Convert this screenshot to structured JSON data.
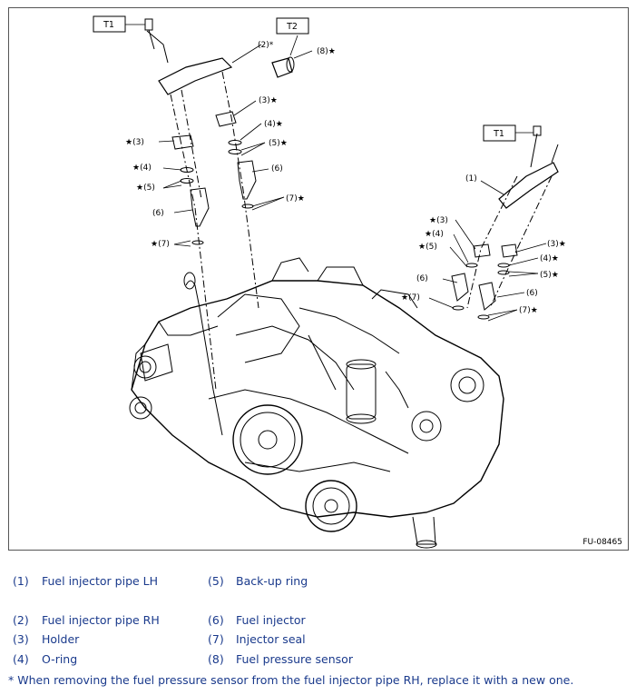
{
  "figure": {
    "id": "FU-08465",
    "tool_labels": {
      "t1": "T1",
      "t2": "T2"
    },
    "callouts": {
      "c1": "(1)",
      "c2": "(2)",
      "c3": "(3)",
      "c4": "(4)",
      "c5": "(5)",
      "c6": "(6)",
      "c7": "(7)",
      "c8": "(8)",
      "star": "★",
      "asterisk": "*"
    }
  },
  "legend": {
    "items": [
      {
        "num": "(1)",
        "label": "Fuel injector pipe LH"
      },
      {
        "num": "(2)",
        "label": "Fuel injector pipe RH"
      },
      {
        "num": "(3)",
        "label": "Holder"
      },
      {
        "num": "(4)",
        "label": "O-ring"
      },
      {
        "num": "(5)",
        "label": "Back-up ring"
      },
      {
        "num": "(6)",
        "label": "Fuel injector"
      },
      {
        "num": "(7)",
        "label": "Injector seal"
      },
      {
        "num": "(8)",
        "label": "Fuel pressure sensor"
      }
    ],
    "note": "* When removing the fuel pressure sensor from the fuel injector pipe RH, replace it with a new one."
  }
}
